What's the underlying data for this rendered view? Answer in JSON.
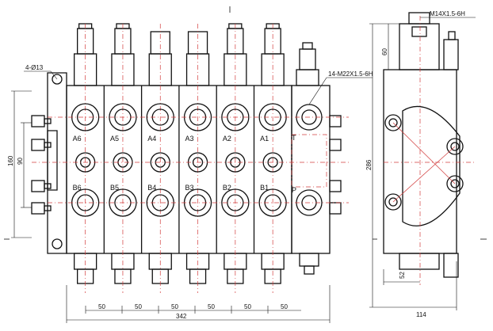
{
  "drawing": {
    "ports_left_A": [
      "A6",
      "A5",
      "A4",
      "A3",
      "A2",
      "A1"
    ],
    "ports_left_B": [
      "B6",
      "B5",
      "B4",
      "B3",
      "B2",
      "B1"
    ],
    "port_T": "T",
    "port_P": "P",
    "mount_holes_note": "4-Ø13",
    "thread_note_ports": "14-M22X1.5-6H",
    "thread_note_top": "M14X1.5-6H",
    "dims_bottom_pitch": [
      "50",
      "50",
      "50",
      "50",
      "50",
      "50"
    ],
    "dim_overall_width": "342",
    "dim_left_160": "160",
    "dim_left_90": "90",
    "dim_side_60": "60",
    "dim_side_286": "286",
    "dim_side_52": "52",
    "dim_side_114": "114"
  }
}
